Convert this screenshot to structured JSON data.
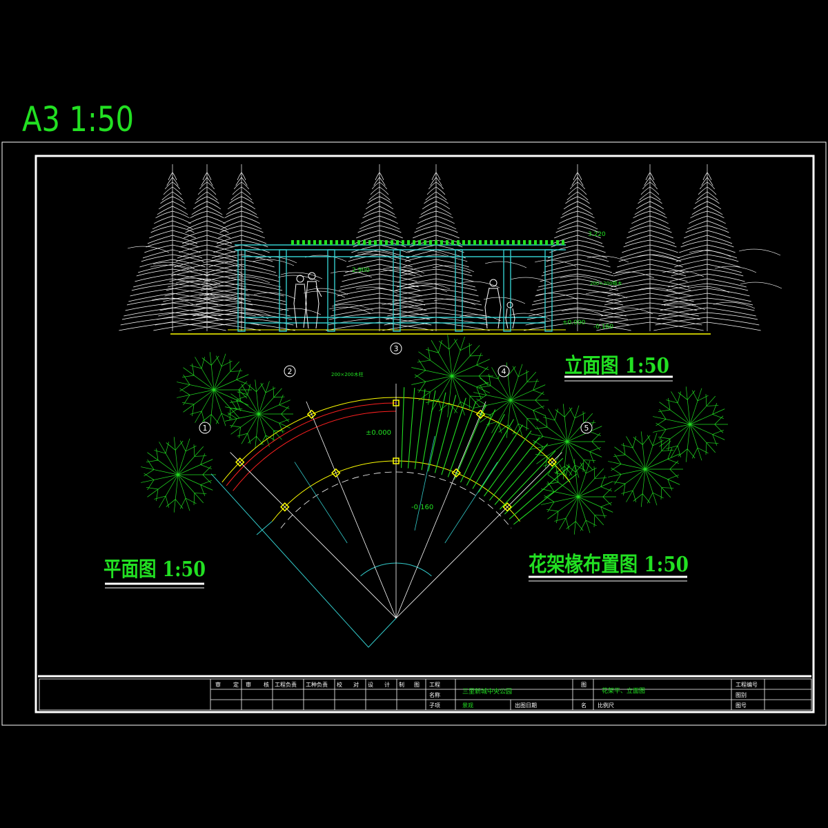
{
  "sheet": {
    "size_label": "A3 1:50"
  },
  "views": {
    "elevation_title": "立面图 1:50",
    "plan_title": "平面图 1:50",
    "rafter_title": "花架椽布置图 1:50"
  },
  "elevation": {
    "dims": [
      "2.900",
      "3.220",
      "±0.000",
      "-0.160"
    ],
    "notes": [
      "200×200樟木"
    ]
  },
  "plan": {
    "axes": [
      "1",
      "2",
      "3",
      "4",
      "5"
    ],
    "levels": [
      "±0.000",
      "-0.160"
    ],
    "column_note": "200×200木柱"
  },
  "title_block": {
    "row_labels": [
      "审",
      "定",
      "审",
      "核",
      "工程负责",
      "工种负责",
      "校",
      "对",
      "设",
      "计",
      "制",
      "图"
    ],
    "project_label_1": "工程",
    "project_label_2": "名称",
    "project_name": "三里新城中央公园",
    "sub_label": "子项",
    "sub_value": "景观",
    "date_label": "出图日期",
    "drawing_label_1": "图",
    "drawing_label_2": "名",
    "drawing_name": "花架平、立面图",
    "scale_label": "比例尺",
    "project_no_label": "工程编号",
    "category_label": "图别",
    "number_label": "图号"
  },
  "colors": {
    "background": "#000000",
    "tree_green": "#22e022",
    "linework_white": "#ffffff",
    "cyan": "#33cccc",
    "yellow": "#ffff00",
    "red": "#ff2020"
  }
}
